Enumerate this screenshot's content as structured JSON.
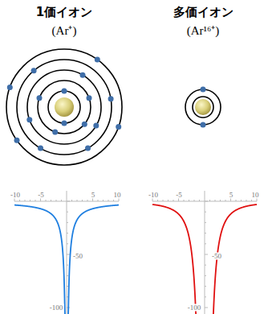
{
  "diagram": {
    "labels": [
      "1価イオン",
      "(Ar⁺)",
      "多価イオン",
      "(Ar¹⁶⁺)",
      "-10",
      "-5",
      "5",
      "10",
      "-50",
      "-100",
      "-10",
      "-5",
      "5",
      "10",
      "-50",
      "-100"
    ]
  }
}
